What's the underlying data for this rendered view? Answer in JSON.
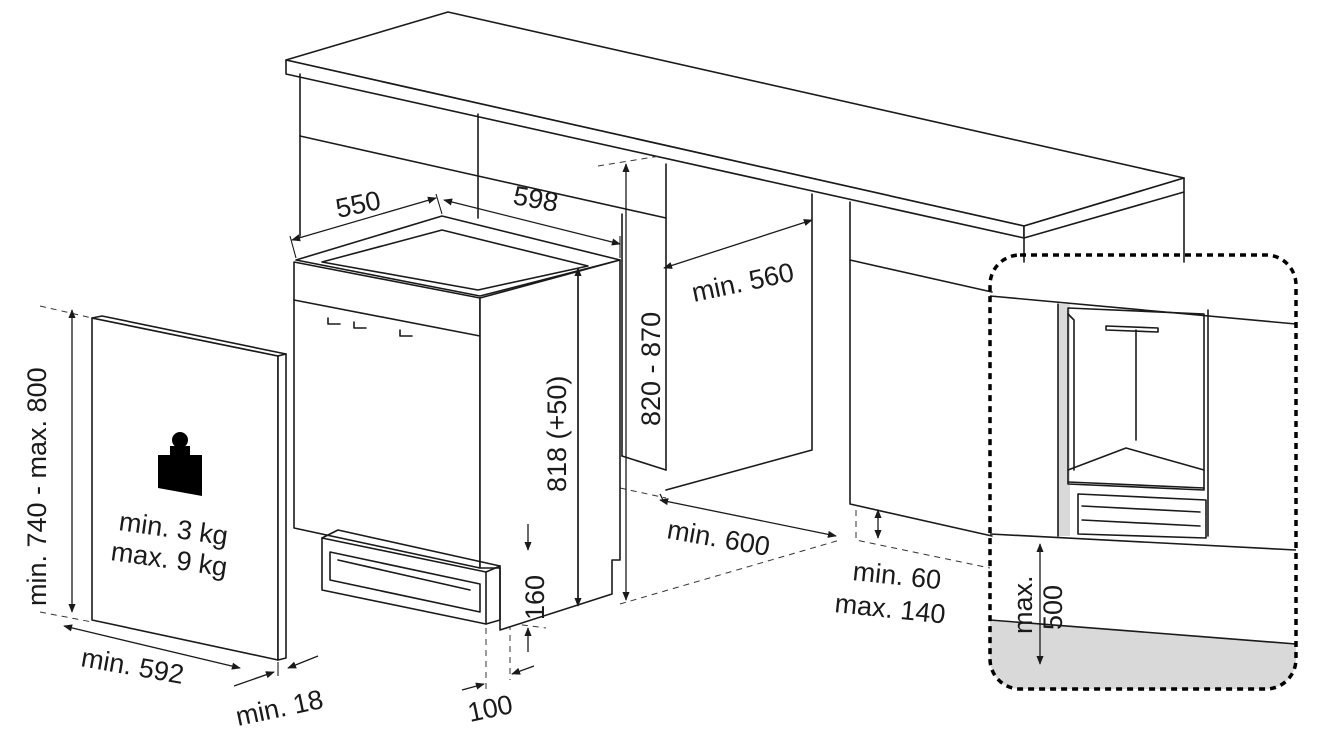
{
  "diagram": {
    "labels": {
      "depth": "550",
      "width": "598",
      "niche_height": "820 - 870",
      "niche_depth": "min. 560",
      "appliance_height": "818 (+50)",
      "floor_depth": "min. 600",
      "plinth_height": "min. 60",
      "plinth_height_max": "max. 140",
      "plinth_depth": "100",
      "plinth_gap": "160",
      "panel_height": "min. 740 - max. 800",
      "panel_width": "min. 592",
      "panel_thickness": "min. 18",
      "panel_weight_min": "min. 3 kg",
      "panel_weight_max": "max. 9 kg",
      "detail_max": "max.",
      "detail_value": "500"
    },
    "icons": [
      "weight-icon",
      "arrowhead-icon"
    ],
    "colors": {
      "line": "#1a1a1a",
      "shade": "#d9d9d9",
      "background": "#ffffff"
    }
  }
}
